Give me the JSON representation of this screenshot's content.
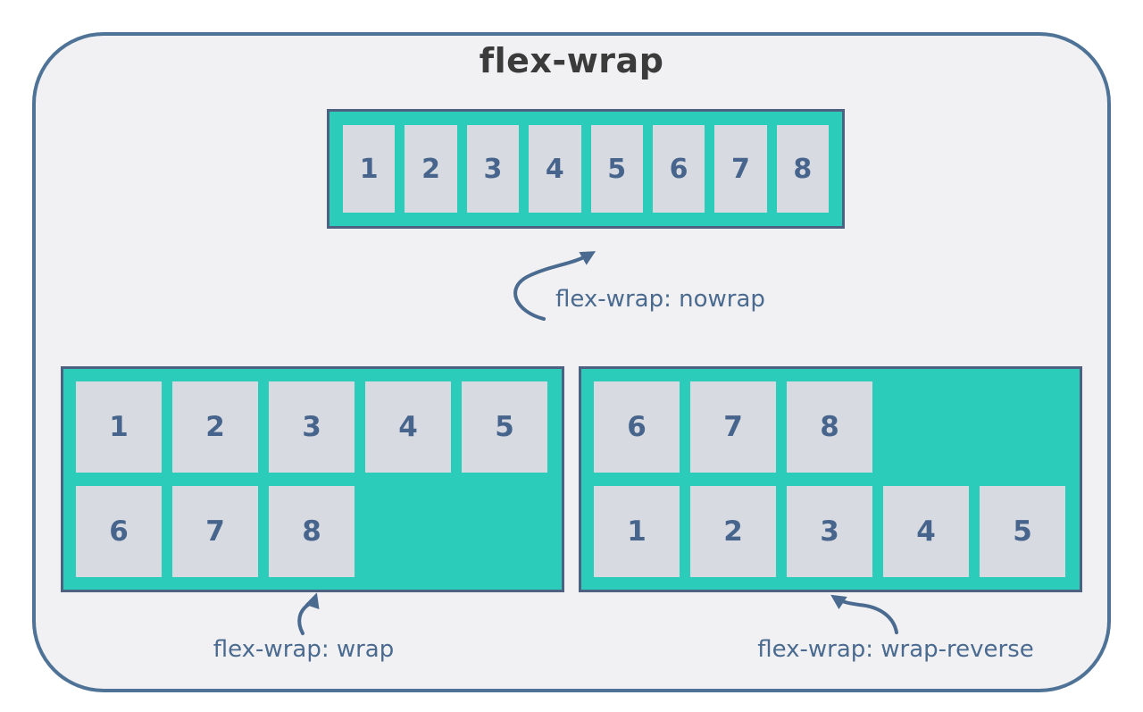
{
  "title": "flex-wrap",
  "palette": {
    "canvas_bg": "#ffffff",
    "panel_bg": "#f1f1f3",
    "panel_border": "#4e7396",
    "container_fill": "#2cccba",
    "container_border": "#4e6180",
    "item_fill": "#d7dbe1",
    "item_number_color": "#47658c",
    "annotation_color": "#4a6b8f",
    "title_color": "#3b3b3b"
  },
  "examples": [
    {
      "id": "nowrap",
      "label": "flex-wrap: nowrap",
      "rows": [
        [
          "1",
          "2",
          "3",
          "4",
          "5",
          "6",
          "7",
          "8"
        ]
      ]
    },
    {
      "id": "wrap",
      "label": "flex-wrap: wrap",
      "rows": [
        [
          "1",
          "2",
          "3",
          "4",
          "5"
        ],
        [
          "6",
          "7",
          "8"
        ]
      ]
    },
    {
      "id": "wrap-reverse",
      "label": "flex-wrap: wrap-reverse",
      "rows": [
        [
          "6",
          "7",
          "8"
        ],
        [
          "1",
          "2",
          "3",
          "4",
          "5"
        ]
      ]
    }
  ]
}
